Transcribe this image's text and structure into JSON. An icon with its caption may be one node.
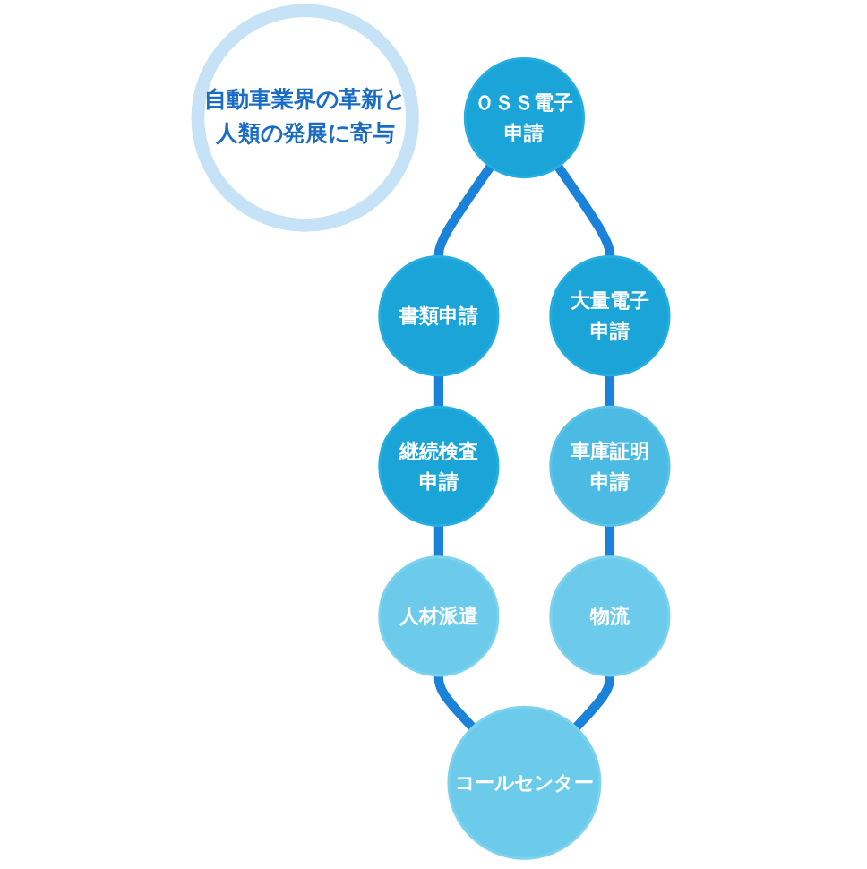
{
  "diagram": {
    "nodes": [
      {
        "text": [
          "自動車業界の革新と人類の発展に寄与"
        ]
      },
      {
        "text": [
          "ＯＳＳ電子申請"
        ]
      },
      {
        "text": [
          "大量電子申請"
        ]
      },
      {
        "text": [
          "車庫証明申請"
        ]
      },
      {
        "text": [
          "物流"
        ]
      },
      {
        "text": [
          "コールセンター"
        ]
      },
      {
        "text": [
          "人材派遣"
        ]
      },
      {
        "text": [
          "継続検査申請"
        ]
      },
      {
        "text": [
          "書類申請"
        ]
      }
    ],
    "edges": [
      {
        "from": 1,
        "to": 8,
        "arrow": "none"
      },
      {
        "from": 8,
        "to": 7,
        "arrow": "none"
      },
      {
        "from": 7,
        "to": 6,
        "arrow": "none"
      },
      {
        "from": 6,
        "to": 5,
        "arrow": "none"
      },
      {
        "from": 1,
        "to": 2,
        "arrow": "none"
      },
      {
        "from": 2,
        "to": 3,
        "arrow": "none"
      },
      {
        "from": 3,
        "to": 4,
        "arrow": "none"
      },
      {
        "from": 4,
        "to": 5,
        "arrow": "none"
      }
    ]
  }
}
